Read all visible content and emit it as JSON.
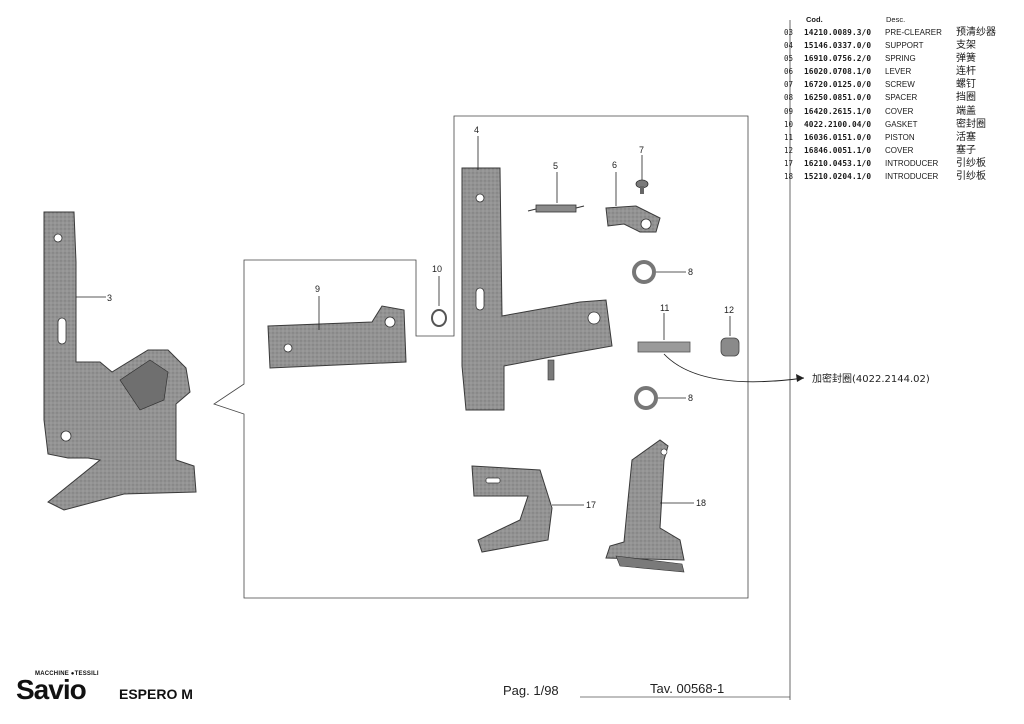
{
  "table": {
    "header_cod": "Cod.",
    "header_desc": "Desc.",
    "rows": [
      {
        "pos": "03",
        "code": "14210.0089.3/0",
        "desc": "PRE-CLEARER",
        "cn": "预清纱器"
      },
      {
        "pos": "04",
        "code": "15146.0337.0/0",
        "desc": "SUPPORT",
        "cn": "支架"
      },
      {
        "pos": "05",
        "code": "16910.0756.2/0",
        "desc": "SPRING",
        "cn": "弹簧"
      },
      {
        "pos": "06",
        "code": "16020.0708.1/0",
        "desc": "LEVER",
        "cn": "连杆"
      },
      {
        "pos": "07",
        "code": "16720.0125.0/0",
        "desc": "SCREW",
        "cn": "螺钉"
      },
      {
        "pos": "08",
        "code": "16250.0851.0/0",
        "desc": "SPACER",
        "cn": "挡圈"
      },
      {
        "pos": "09",
        "code": "16420.2615.1/0",
        "desc": "COVER",
        "cn": "端盖"
      },
      {
        "pos": "10",
        "code": "4022.2100.04/0",
        "desc": "GASKET",
        "cn": "密封圈"
      },
      {
        "pos": "11",
        "code": "16036.0151.0/0",
        "desc": "PISTON",
        "cn": "活塞"
      },
      {
        "pos": "12",
        "code": "16846.0051.1/0",
        "desc": "COVER",
        "cn": "塞子"
      },
      {
        "pos": "17",
        "code": "16210.0453.1/0",
        "desc": "INTRODUCER",
        "cn": "引纱板"
      },
      {
        "pos": "18",
        "code": "15210.0204.1/0",
        "desc": "INTRODUCER",
        "cn": "引纱板"
      }
    ]
  },
  "callouts": {
    "c3": "3",
    "c4": "4",
    "c5": "5",
    "c6": "6",
    "c7": "7",
    "c8a": "8",
    "c8b": "8",
    "c9": "9",
    "c10": "10",
    "c11": "11",
    "c12": "12",
    "c17": "17",
    "c18": "18"
  },
  "note": "加密封圈(4022.2144.02)",
  "footer": {
    "logo_small": "MACCHINE ●TESSILI",
    "logo_main": "Savio",
    "model": "ESPERO M",
    "page": "Pag. 1/98",
    "tav": "Tav. 00568-1"
  },
  "colors": {
    "part_fill": "#8d8d8d",
    "part_dark": "#5e5e5e",
    "line": "#333333"
  }
}
